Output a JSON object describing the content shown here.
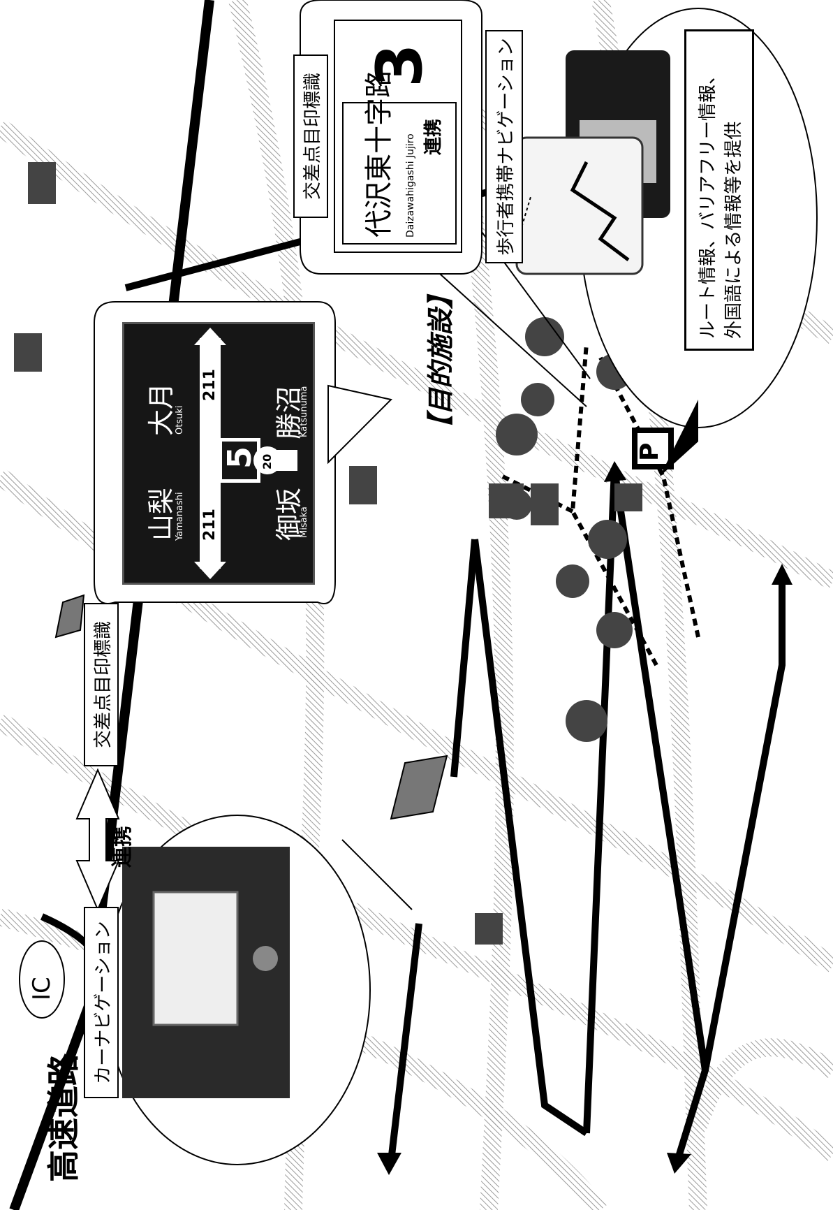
{
  "labels": {
    "expressway": "高速道路",
    "ic": "IC",
    "car_navigation": "カーナビゲーション",
    "cooperation_left": "連携",
    "cooperation_right": "連携",
    "intersection_sign_left": "交差点目印標識",
    "intersection_sign_right": "交差点目印標識",
    "pedestrian_navigation": "歩行者携帯ナビゲーション",
    "destination_facility": "【目的施設】",
    "info_line_1": "ルート情報、バリアフリー情報、",
    "info_line_2": "外国語による情報等を提供"
  },
  "road_sign": {
    "otsuki_jp": "大月",
    "otsuki_en": "Otsuki",
    "katsunuma_jp": "勝沼",
    "katsunuma_en": "Katsunuma",
    "yamanashi_jp": "山梨",
    "yamanashi_en": "Yamanashi",
    "misaka_jp": "御坂",
    "misaka_en": "Misaka",
    "route_20": "20",
    "route_211_left": "211",
    "route_211_right": "211",
    "intersection_number": "5"
  },
  "street_sign": {
    "name_jp": "代沢東十字路",
    "name_en": "Daizawahigashi Jujiro",
    "number": "3"
  },
  "parking_label": "P",
  "colors": {
    "sign_background": "#161616",
    "route_line": "#000000",
    "dotted_route": "#000000",
    "road_hatch": "#9a9a9a"
  }
}
